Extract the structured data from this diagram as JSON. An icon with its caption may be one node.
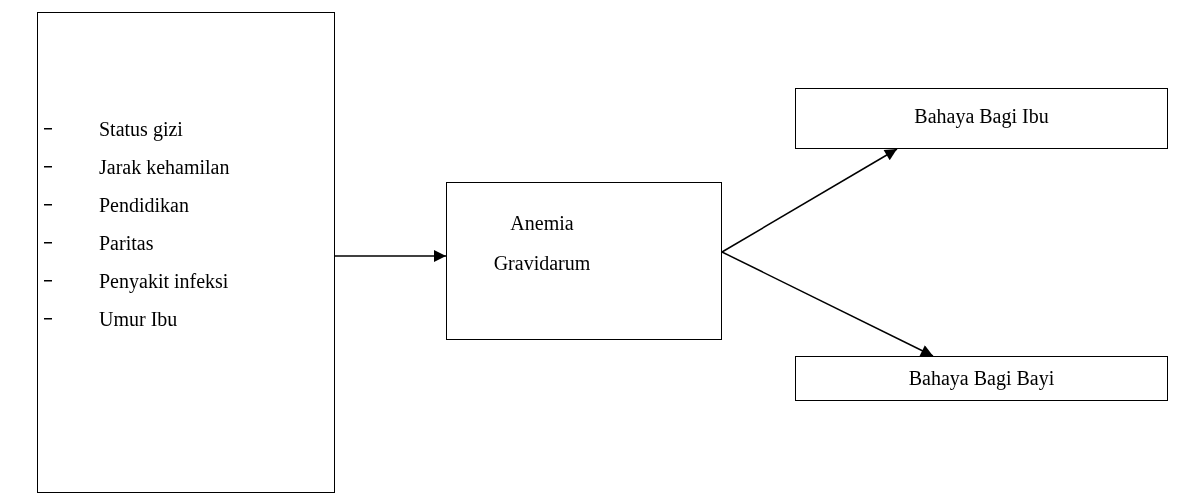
{
  "diagram": {
    "nodes": [
      {
        "text": [
          "Status gizi",
          "Jarak kehamilan",
          "Pendidikan",
          "Paritas",
          "Penyakit infeksi",
          "Umur Ibu"
        ]
      },
      {
        "text": [
          "Anemia Gravidarum"
        ]
      },
      {
        "text": [
          "Bahaya Bagi Ibu"
        ]
      },
      {
        "text": [
          "Bahaya Bagi Bayi"
        ]
      }
    ],
    "edges": [
      {
        "from": 0,
        "to": 1,
        "arrow": "to"
      },
      {
        "from": 1,
        "to": 2,
        "arrow": "to"
      },
      {
        "from": 1,
        "to": 3,
        "arrow": "to"
      }
    ]
  }
}
